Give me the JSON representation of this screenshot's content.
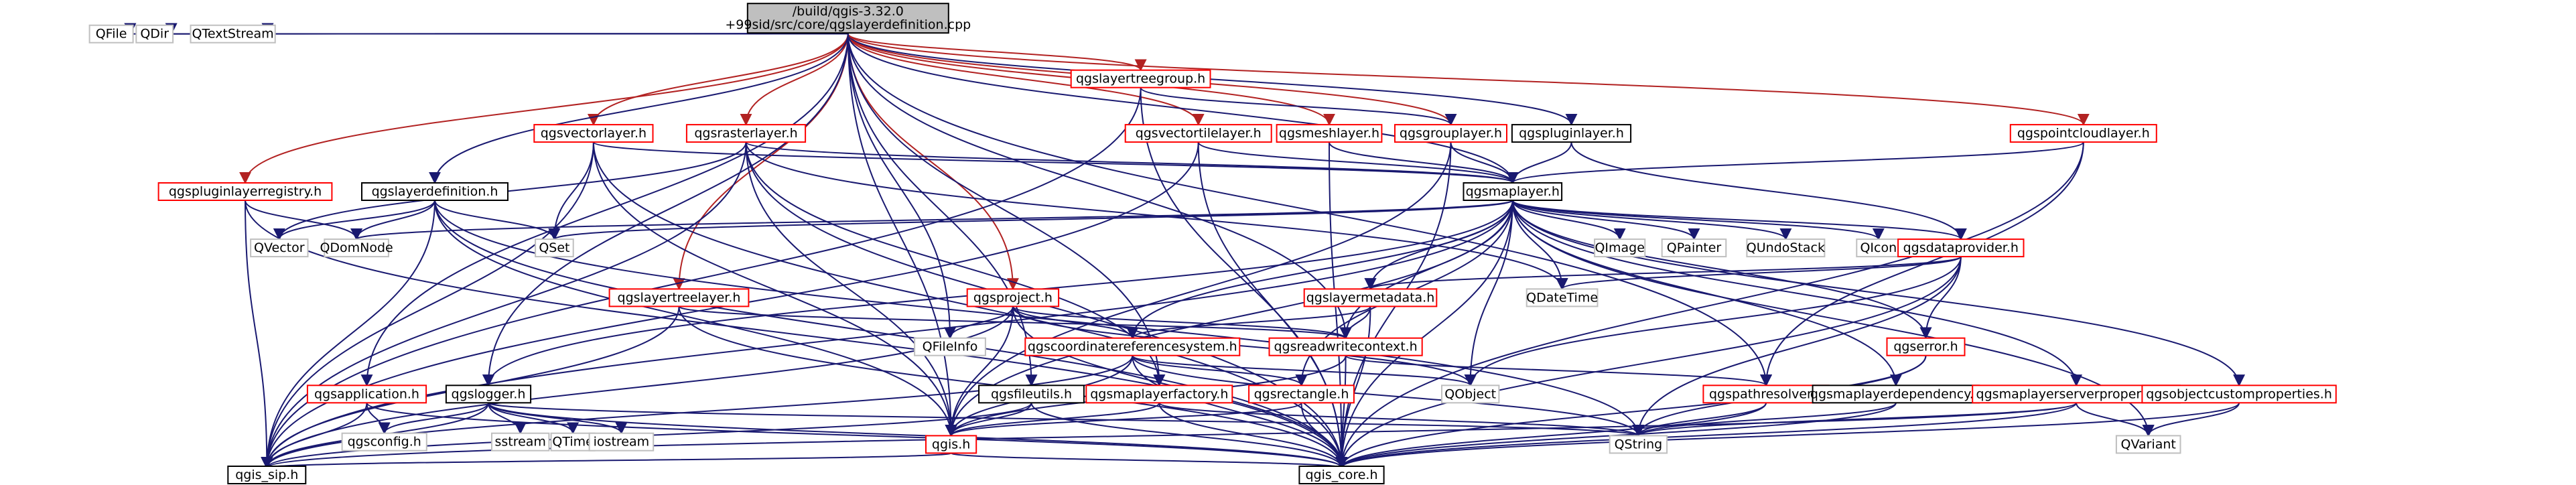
{
  "diagram": {
    "colors": {
      "edge_include": "#191970",
      "edge_highlight": "#b22222",
      "border_red": "#ff0000",
      "border_black": "#000000",
      "border_gray": "#bfbfbf",
      "fill_root": "#bfbfbf",
      "fill_default": "#ffffff",
      "text": "#000000"
    },
    "nodes": [
      {
        "id": "root",
        "label": "/build/qgis-3.32.0\n+99sid/src/core/qgslayerdefinition.cpp",
        "style": "root"
      },
      {
        "id": "QFile",
        "label": "QFile",
        "style": "gray"
      },
      {
        "id": "QDir",
        "label": "QDir",
        "style": "gray"
      },
      {
        "id": "QTextStream",
        "label": "QTextStream",
        "style": "gray"
      },
      {
        "id": "qgspluginlayerregistry.h",
        "label": "qgspluginlayerregistry.h",
        "style": "red"
      },
      {
        "id": "qgsvectorlayer.h",
        "label": "qgsvectorlayer.h",
        "style": "red"
      },
      {
        "id": "qgsrasterlayer.h",
        "label": "qgsrasterlayer.h",
        "style": "red"
      },
      {
        "id": "qgslayertreegroup.h",
        "label": "qgslayertreegroup.h",
        "style": "red"
      },
      {
        "id": "qgsvectortilelayer.h",
        "label": "qgsvectortilelayer.h",
        "style": "red"
      },
      {
        "id": "qgsmeshlayer.h",
        "label": "qgsmeshlayer.h",
        "style": "red"
      },
      {
        "id": "qgsgrouplayer.h",
        "label": "qgsgrouplayer.h",
        "style": "red"
      },
      {
        "id": "qgspluginlayer.h",
        "label": "qgspluginlayer.h",
        "style": "black"
      },
      {
        "id": "qgspointcloudlayer.h",
        "label": "qgspointcloudlayer.h",
        "style": "red"
      },
      {
        "id": "qgslayerdefinition.h",
        "label": "qgslayerdefinition.h",
        "style": "black"
      },
      {
        "id": "qgsmaplayer.h",
        "label": "qgsmaplayer.h",
        "style": "black"
      },
      {
        "id": "QVector",
        "label": "QVector",
        "style": "gray"
      },
      {
        "id": "QDomNode",
        "label": "QDomNode",
        "style": "gray"
      },
      {
        "id": "QSet",
        "label": "QSet",
        "style": "gray"
      },
      {
        "id": "QImage",
        "label": "QImage",
        "style": "gray"
      },
      {
        "id": "QPainter",
        "label": "QPainter",
        "style": "gray"
      },
      {
        "id": "QUndoStack",
        "label": "QUndoStack",
        "style": "gray"
      },
      {
        "id": "QIcon",
        "label": "QIcon",
        "style": "gray"
      },
      {
        "id": "qgsdataprovider.h",
        "label": "qgsdataprovider.h",
        "style": "red"
      },
      {
        "id": "QDateTime",
        "label": "QDateTime",
        "style": "gray"
      },
      {
        "id": "qgslayertreelayer.h",
        "label": "qgslayertreelayer.h",
        "style": "red"
      },
      {
        "id": "qgsproject.h",
        "label": "qgsproject.h",
        "style": "red"
      },
      {
        "id": "qgslayermetadata.h",
        "label": "qgslayermetadata.h",
        "style": "red"
      },
      {
        "id": "QFileInfo",
        "label": "QFileInfo",
        "style": "gray"
      },
      {
        "id": "qgscoordinatereferencesystem.h",
        "label": "qgscoordinatereferencesystem.h",
        "style": "red"
      },
      {
        "id": "qgsreadwritecontext.h",
        "label": "qgsreadwritecontext.h",
        "style": "red"
      },
      {
        "id": "qgserror.h",
        "label": "qgserror.h",
        "style": "red"
      },
      {
        "id": "qgsapplication.h",
        "label": "qgsapplication.h",
        "style": "red"
      },
      {
        "id": "qgslogger.h",
        "label": "qgslogger.h",
        "style": "black"
      },
      {
        "id": "qgsfileutils.h",
        "label": "qgsfileutils.h",
        "style": "black"
      },
      {
        "id": "qgsmaplayerfactory.h",
        "label": "qgsmaplayerfactory.h",
        "style": "red"
      },
      {
        "id": "qgsrectangle.h",
        "label": "qgsrectangle.h",
        "style": "red"
      },
      {
        "id": "QObject",
        "label": "QObject",
        "style": "gray"
      },
      {
        "id": "qgspathresolver.h",
        "label": "qgspathresolver.h",
        "style": "red"
      },
      {
        "id": "qgsmaplayerdependency.h",
        "label": "qgsmaplayerdependency.h",
        "style": "black"
      },
      {
        "id": "qgsmaplayerserverproperties.h",
        "label": "qgsmaplayerserverproperties.h",
        "style": "red"
      },
      {
        "id": "qgsobjectcustomproperties.h",
        "label": "qgsobjectcustomproperties.h",
        "style": "red"
      },
      {
        "id": "qgsconfig.h",
        "label": "qgsconfig.h",
        "style": "gray"
      },
      {
        "id": "sstream",
        "label": "sstream",
        "style": "gray"
      },
      {
        "id": "QTime",
        "label": "QTime",
        "style": "gray"
      },
      {
        "id": "iostream",
        "label": "iostream",
        "style": "gray"
      },
      {
        "id": "qgis.h",
        "label": "qgis.h",
        "style": "red"
      },
      {
        "id": "QString",
        "label": "QString",
        "style": "gray"
      },
      {
        "id": "QVariant",
        "label": "QVariant",
        "style": "gray"
      },
      {
        "id": "qgis_sip.h",
        "label": "qgis_sip.h",
        "style": "black"
      },
      {
        "id": "qgis_core.h",
        "label": "qgis_core.h",
        "style": "black"
      }
    ],
    "edges": [
      [
        "root",
        "QFile"
      ],
      [
        "root",
        "QDir"
      ],
      [
        "root",
        "QTextStream"
      ],
      [
        "root",
        "qgspluginlayerregistry.h",
        "h"
      ],
      [
        "root",
        "qgsvectorlayer.h",
        "h"
      ],
      [
        "root",
        "qgsrasterlayer.h",
        "h"
      ],
      [
        "root",
        "qgslayertreegroup.h",
        "h"
      ],
      [
        "root",
        "qgsvectortilelayer.h",
        "h"
      ],
      [
        "root",
        "qgsmeshlayer.h",
        "h"
      ],
      [
        "root",
        "qgsgrouplayer.h",
        "h"
      ],
      [
        "root",
        "qgspluginlayer.h"
      ],
      [
        "root",
        "qgspointcloudlayer.h",
        "h"
      ],
      [
        "root",
        "qgslayerdefinition.h"
      ],
      [
        "root",
        "qgsmaplayer.h"
      ],
      [
        "root",
        "qgslayertreelayer.h",
        "h"
      ],
      [
        "root",
        "qgsproject.h",
        "h"
      ],
      [
        "root",
        "QFileInfo"
      ],
      [
        "root",
        "qgsreadwritecontext.h"
      ],
      [
        "root",
        "qgsapplication.h"
      ],
      [
        "root",
        "qgslogger.h"
      ],
      [
        "root",
        "qgsfileutils.h"
      ],
      [
        "root",
        "qgsmaplayerfactory.h"
      ],
      [
        "root",
        "qgis.h"
      ],
      [
        "root",
        "qgspathresolver.h"
      ],
      [
        "qgspluginlayerregistry.h",
        "QDomNode"
      ],
      [
        "qgspluginlayerregistry.h",
        "qgis_sip.h"
      ],
      [
        "qgspluginlayerregistry.h",
        "qgis_core.h"
      ],
      [
        "qgsvectorlayer.h",
        "qgsmaplayer.h"
      ],
      [
        "qgsvectorlayer.h",
        "QSet"
      ],
      [
        "qgsvectorlayer.h",
        "qgis_sip.h"
      ],
      [
        "qgsvectorlayer.h",
        "qgis_core.h"
      ],
      [
        "qgsvectorlayer.h",
        "qgis.h"
      ],
      [
        "qgsrasterlayer.h",
        "qgsmaplayer.h"
      ],
      [
        "qgsrasterlayer.h",
        "QVector"
      ],
      [
        "qgsrasterlayer.h",
        "QDateTime"
      ],
      [
        "qgsrasterlayer.h",
        "qgis_sip.h"
      ],
      [
        "qgsrasterlayer.h",
        "qgis_core.h"
      ],
      [
        "qgsrasterlayer.h",
        "qgis.h"
      ],
      [
        "qgsrasterlayer.h",
        "qgsmaplayerfactory.h"
      ],
      [
        "qgslayertreegroup.h",
        "qgsgrouplayer.h"
      ],
      [
        "qgslayertreegroup.h",
        "qgis_sip.h"
      ],
      [
        "qgslayertreegroup.h",
        "qgis_core.h"
      ],
      [
        "qgsvectortilelayer.h",
        "qgsmaplayer.h"
      ],
      [
        "qgsvectortilelayer.h",
        "qgis_core.h"
      ],
      [
        "qgsvectortilelayer.h",
        "qgis_sip.h"
      ],
      [
        "qgsmeshlayer.h",
        "qgsmaplayer.h"
      ],
      [
        "qgsmeshlayer.h",
        "qgis_core.h"
      ],
      [
        "qgsgrouplayer.h",
        "qgsmaplayer.h"
      ],
      [
        "qgsgrouplayer.h",
        "qgis_core.h"
      ],
      [
        "qgsgrouplayer.h",
        "qgis.h"
      ],
      [
        "qgspluginlayer.h",
        "qgsmaplayer.h"
      ],
      [
        "qgspluginlayer.h",
        "qgsdataprovider.h"
      ],
      [
        "qgspointcloudlayer.h",
        "qgsmaplayer.h"
      ],
      [
        "qgspointcloudlayer.h",
        "qgis_core.h"
      ],
      [
        "qgspointcloudlayer.h",
        "qgspathresolver.h"
      ],
      [
        "qgslayerdefinition.h",
        "QVector"
      ],
      [
        "qgslayerdefinition.h",
        "QDomNode"
      ],
      [
        "qgslayerdefinition.h",
        "QSet"
      ],
      [
        "qgslayerdefinition.h",
        "QString"
      ],
      [
        "qgslayerdefinition.h",
        "qgis_sip.h"
      ],
      [
        "qgslayerdefinition.h",
        "qgis_core.h"
      ],
      [
        "qgslayerdefinition.h",
        "qgis.h"
      ],
      [
        "qgsmaplayer.h",
        "QDomNode"
      ],
      [
        "qgsmaplayer.h",
        "QSet"
      ],
      [
        "qgsmaplayer.h",
        "QImage"
      ],
      [
        "qgsmaplayer.h",
        "QPainter"
      ],
      [
        "qgsmaplayer.h",
        "QUndoStack"
      ],
      [
        "qgsmaplayer.h",
        "QIcon"
      ],
      [
        "qgsmaplayer.h",
        "qgsdataprovider.h"
      ],
      [
        "qgsmaplayer.h",
        "QDateTime"
      ],
      [
        "qgsmaplayer.h",
        "qgslayermetadata.h"
      ],
      [
        "qgsmaplayer.h",
        "qgscoordinatereferencesystem.h"
      ],
      [
        "qgsmaplayer.h",
        "qgsreadwritecontext.h"
      ],
      [
        "qgsmaplayer.h",
        "qgserror.h"
      ],
      [
        "qgsmaplayer.h",
        "qgsrectangle.h"
      ],
      [
        "qgsmaplayer.h",
        "QObject"
      ],
      [
        "qgsmaplayer.h",
        "qgsmaplayerdependency.h"
      ],
      [
        "qgsmaplayer.h",
        "qgsmaplayerserverproperties.h"
      ],
      [
        "qgsmaplayer.h",
        "qgsobjectcustomproperties.h"
      ],
      [
        "qgsmaplayer.h",
        "QVariant"
      ],
      [
        "qgsmaplayer.h",
        "qgis_sip.h"
      ],
      [
        "qgsmaplayer.h",
        "qgis_core.h"
      ],
      [
        "qgsmaplayer.h",
        "qgis.h"
      ],
      [
        "qgsmaplayer.h",
        "qgslogger.h"
      ],
      [
        "qgsdataprovider.h",
        "QDateTime"
      ],
      [
        "qgsdataprovider.h",
        "qgslayermetadata.h"
      ],
      [
        "qgsdataprovider.h",
        "qgserror.h"
      ],
      [
        "qgsdataprovider.h",
        "QObject"
      ],
      [
        "qgsdataprovider.h",
        "QString"
      ],
      [
        "qgsdataprovider.h",
        "qgis_core.h"
      ],
      [
        "qgslayertreelayer.h",
        "qgsreadwritecontext.h"
      ],
      [
        "qgslayertreelayer.h",
        "qgis_sip.h"
      ],
      [
        "qgslayertreelayer.h",
        "qgis_core.h"
      ],
      [
        "qgsproject.h",
        "QFileInfo"
      ],
      [
        "qgsproject.h",
        "qgscoordinatereferencesystem.h"
      ],
      [
        "qgsproject.h",
        "qgsreadwritecontext.h"
      ],
      [
        "qgsproject.h",
        "QObject"
      ],
      [
        "qgsproject.h",
        "qgis_sip.h"
      ],
      [
        "qgsproject.h",
        "qgis_core.h"
      ],
      [
        "qgsproject.h",
        "qgis.h"
      ],
      [
        "qgslayermetadata.h",
        "qgscoordinatereferencesystem.h"
      ],
      [
        "qgslayermetadata.h",
        "qgsreadwritecontext.h"
      ],
      [
        "qgslayermetadata.h",
        "qgis_core.h"
      ],
      [
        "qgscoordinatereferencesystem.h",
        "qgsrectangle.h"
      ],
      [
        "qgscoordinatereferencesystem.h",
        "QObject"
      ],
      [
        "qgscoordinatereferencesystem.h",
        "QString"
      ],
      [
        "qgscoordinatereferencesystem.h",
        "qgis.h"
      ],
      [
        "qgscoordinatereferencesystem.h",
        "qgis_sip.h"
      ],
      [
        "qgscoordinatereferencesystem.h",
        "qgis_core.h"
      ],
      [
        "qgsreadwritecontext.h",
        "qgspathresolver.h"
      ],
      [
        "qgsreadwritecontext.h",
        "qgis_core.h"
      ],
      [
        "qgsreadwritecontext.h",
        "qgis.h"
      ],
      [
        "qgserror.h",
        "QString"
      ],
      [
        "qgserror.h",
        "qgis_core.h"
      ],
      [
        "qgsapplication.h",
        "qgsconfig.h"
      ],
      [
        "qgsapplication.h",
        "qgis_sip.h"
      ],
      [
        "qgsapplication.h",
        "qgis_core.h"
      ],
      [
        "qgslogger.h",
        "qgsconfig.h"
      ],
      [
        "qgslogger.h",
        "sstream"
      ],
      [
        "qgslogger.h",
        "QTime"
      ],
      [
        "qgslogger.h",
        "iostream"
      ],
      [
        "qgslogger.h",
        "QString"
      ],
      [
        "qgslogger.h",
        "qgis_sip.h"
      ],
      [
        "qgslogger.h",
        "qgis_core.h"
      ],
      [
        "qgsfileutils.h",
        "qgis.h"
      ],
      [
        "qgsfileutils.h",
        "qgis_sip.h"
      ],
      [
        "qgsfileutils.h",
        "qgis_core.h"
      ],
      [
        "qgsmaplayerfactory.h",
        "qgis.h"
      ],
      [
        "qgsmaplayerfactory.h",
        "QString"
      ],
      [
        "qgsmaplayerfactory.h",
        "qgis_core.h"
      ],
      [
        "qgsrectangle.h",
        "qgis.h"
      ],
      [
        "qgsrectangle.h",
        "qgis_core.h"
      ],
      [
        "qgspathresolver.h",
        "QString"
      ],
      [
        "qgspathresolver.h",
        "qgis_core.h"
      ],
      [
        "qgsmaplayerdependency.h",
        "QString"
      ],
      [
        "qgsmaplayerdependency.h",
        "qgis_core.h"
      ],
      [
        "qgsmaplayerserverproperties.h",
        "QString"
      ],
      [
        "qgsmaplayerserverproperties.h",
        "QVariant"
      ],
      [
        "qgsmaplayerserverproperties.h",
        "qgis_sip.h"
      ],
      [
        "qgsmaplayerserverproperties.h",
        "qgis_core.h"
      ],
      [
        "qgsobjectcustomproperties.h",
        "QVariant"
      ],
      [
        "qgsobjectcustomproperties.h",
        "qgis_core.h"
      ],
      [
        "qgis.h",
        "qgis_sip.h"
      ],
      [
        "qgis.h",
        "qgis_core.h"
      ]
    ]
  }
}
